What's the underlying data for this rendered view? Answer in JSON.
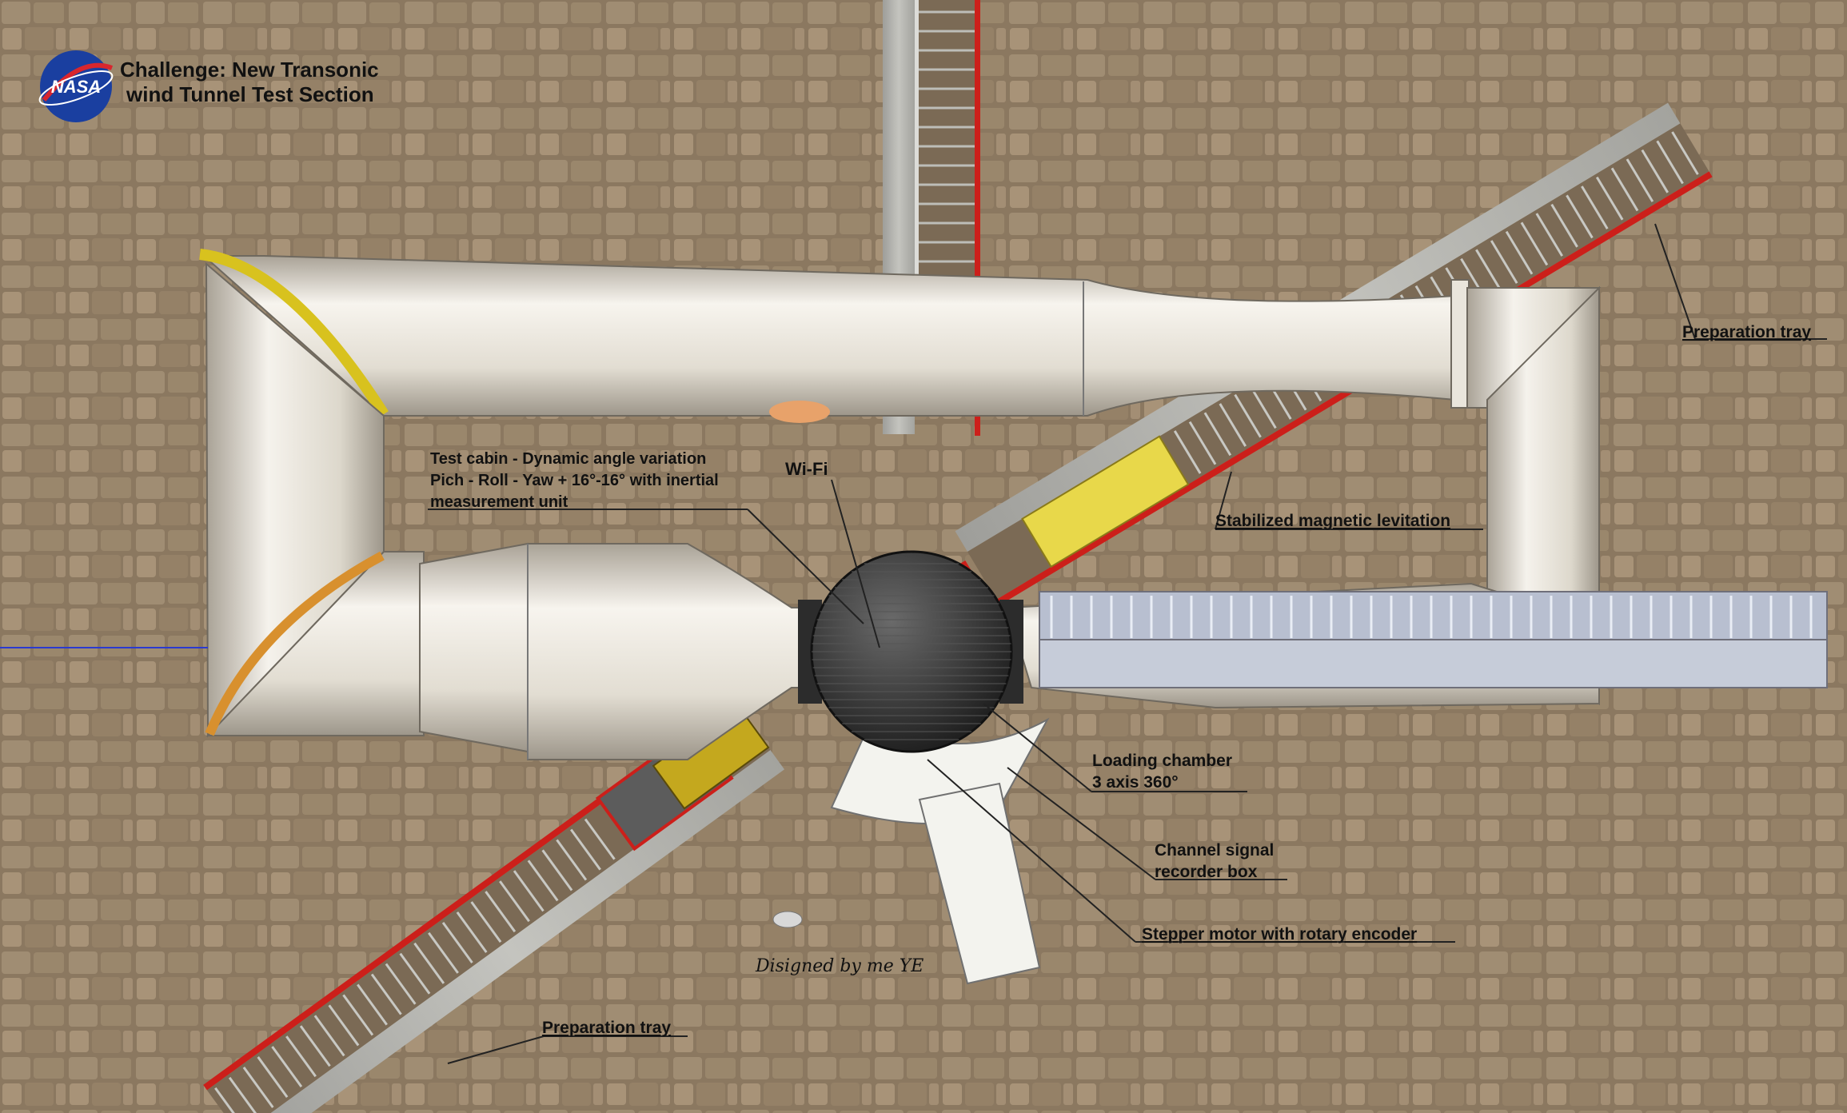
{
  "title": {
    "line1": "Challenge: New Transonic",
    "line2": "wind Tunnel Test Section"
  },
  "logo": {
    "text": "NASA",
    "icon": "nasa-logo-icon"
  },
  "callouts": {
    "test_cabin_line1": "Test cabin - Dynamic angle variation",
    "test_cabin_line2": "Pich - Roll - Yaw + 16°-16° with inertial",
    "test_cabin_line3": "measurement unit",
    "wifi": "Wi-Fi",
    "stabilized": "Stabilized magnetic levitation",
    "prep_tray_top": "Preparation tray",
    "loading_line1": "Loading chamber",
    "loading_line2": "3 axis 360°",
    "channel_line1": "Channel signal",
    "channel_line2": "recorder box",
    "stepper": "Stepper motor with rotary encoder",
    "prep_tray_bottom": "Preparation tray"
  },
  "signature": "Disigned by me YE",
  "colors": {
    "ground": "#8a7760",
    "tunnel": "#ddd8cc",
    "rail_red": "#cc1f1a",
    "tray_yellow": "#e8d84a",
    "sphere": "#3a3a3a"
  }
}
